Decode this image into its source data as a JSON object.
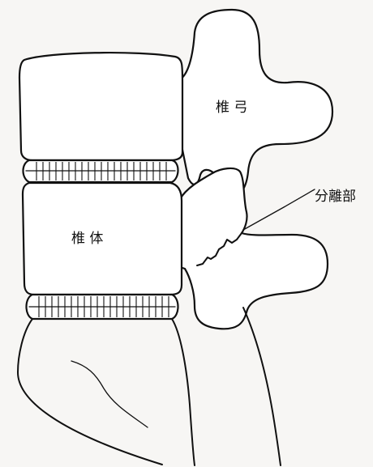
{
  "labels": {
    "vertebral_arch": "椎 弓",
    "vertebral_body": "椎 体",
    "separation": "分離部"
  }
}
